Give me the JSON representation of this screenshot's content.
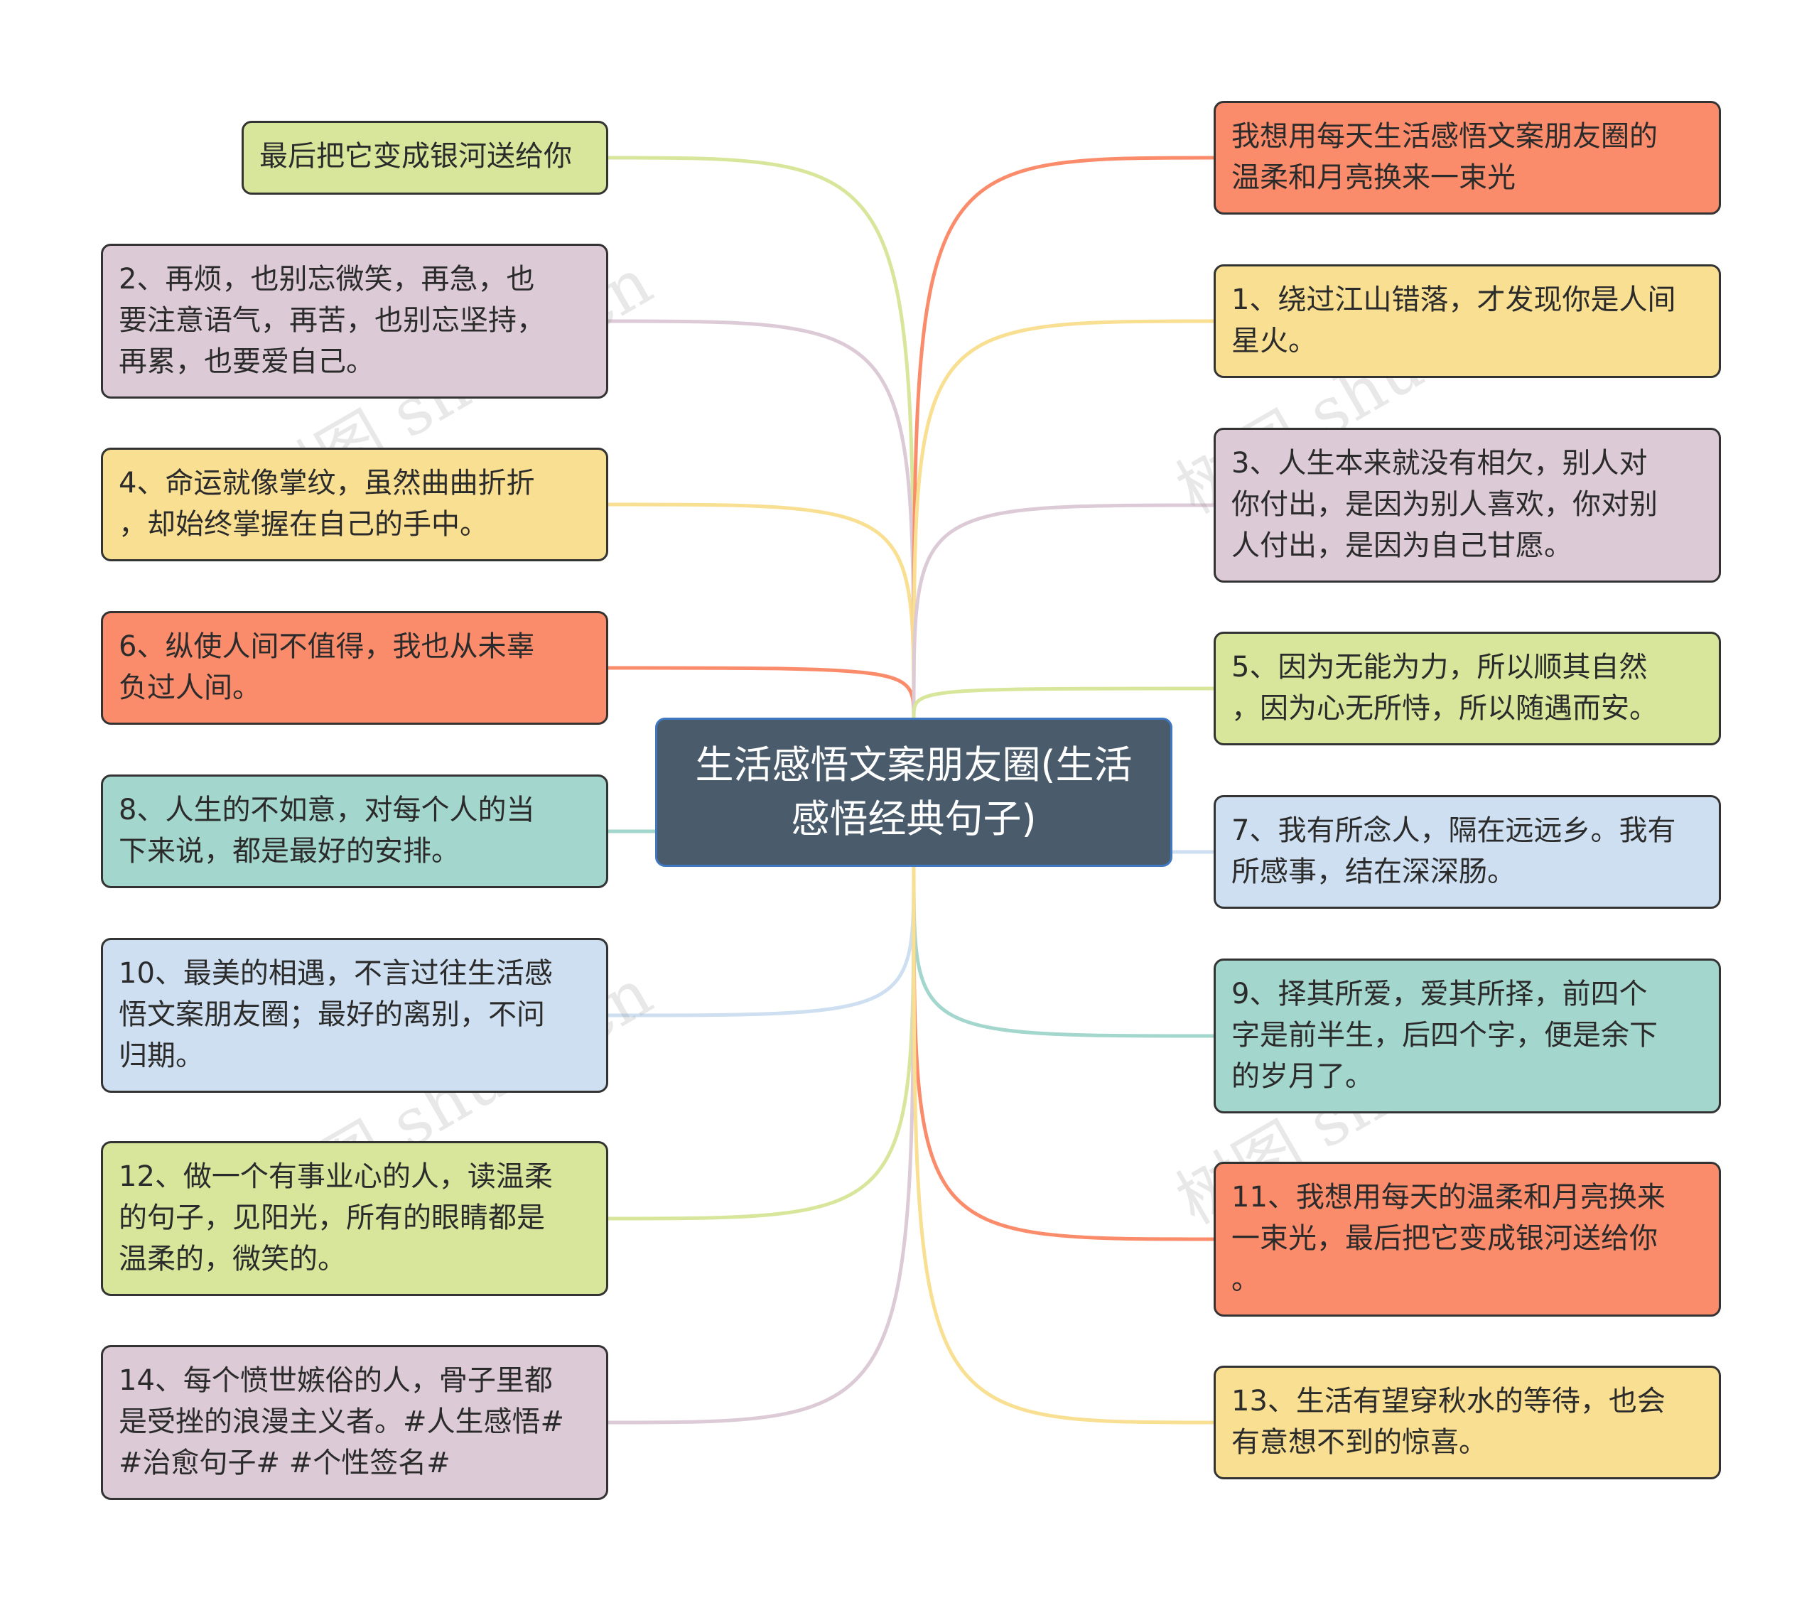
{
  "center": {
    "text": "生活感悟文案朋友圈(生活\n感悟经典句子)"
  },
  "colors": {
    "green": "#d8e69c",
    "mauve": "#dccbd6",
    "yellow": "#f9df91",
    "orange": "#fb8c6b",
    "teal": "#a3d6cd",
    "blue": "#cddff0",
    "center_bg": "#4a5b6b",
    "center_border": "#3f78c0"
  },
  "left": [
    {
      "text": "最后把它变成银河送给你",
      "color": "green"
    },
    {
      "text": "2、再烦，也别忘微笑，再急，也\n要注意语气，再苦，也别忘坚持，\n再累，也要爱自己。",
      "color": "mauve"
    },
    {
      "text": "4、命运就像掌纹，虽然曲曲折折\n，却始终掌握在自己的手中。",
      "color": "yellow"
    },
    {
      "text": "6、纵使人间不值得，我也从未辜\n负过人间。",
      "color": "orange"
    },
    {
      "text": "8、人生的不如意，对每个人的当\n下来说，都是最好的安排。",
      "color": "teal"
    },
    {
      "text": "10、最美的相遇，不言过往生活感\n悟文案朋友圈；最好的离别，不问\n归期。",
      "color": "blue"
    },
    {
      "text": "12、做一个有事业心的人，读温柔\n的句子，见阳光，所有的眼睛都是\n温柔的，微笑的。",
      "color": "green"
    },
    {
      "text": "14、每个愤世嫉俗的人，骨子里都\n是受挫的浪漫主义者。#人生感悟#\n#治愈句子# #个性签名#",
      "color": "mauve"
    }
  ],
  "right": [
    {
      "text": "我想用每天生活感悟文案朋友圈的\n温柔和月亮换来一束光",
      "color": "orange"
    },
    {
      "text": "1、绕过江山错落，才发现你是人间\n星火。",
      "color": "yellow"
    },
    {
      "text": "3、人生本来就没有相欠，别人对\n你付出，是因为别人喜欢，你对别\n人付出，是因为自己甘愿。",
      "color": "mauve"
    },
    {
      "text": "5、因为无能为力，所以顺其自然\n，因为心无所恃，所以随遇而安。",
      "color": "green"
    },
    {
      "text": "7、我有所念人，隔在远远乡。我有\n所感事，结在深深肠。",
      "color": "blue"
    },
    {
      "text": "9、择其所爱，爱其所择，前四个\n字是前半生，后四个字，便是余下\n的岁月了。",
      "color": "teal"
    },
    {
      "text": "11、我想用每天的温柔和月亮换来\n一束光，最后把它变成银河送给你\n。",
      "color": "orange"
    },
    {
      "text": "13、生活有望穿秋水的等待，也会\n有意想不到的惊喜。",
      "color": "yellow"
    }
  ],
  "watermark": "树图 shutu.cn"
}
